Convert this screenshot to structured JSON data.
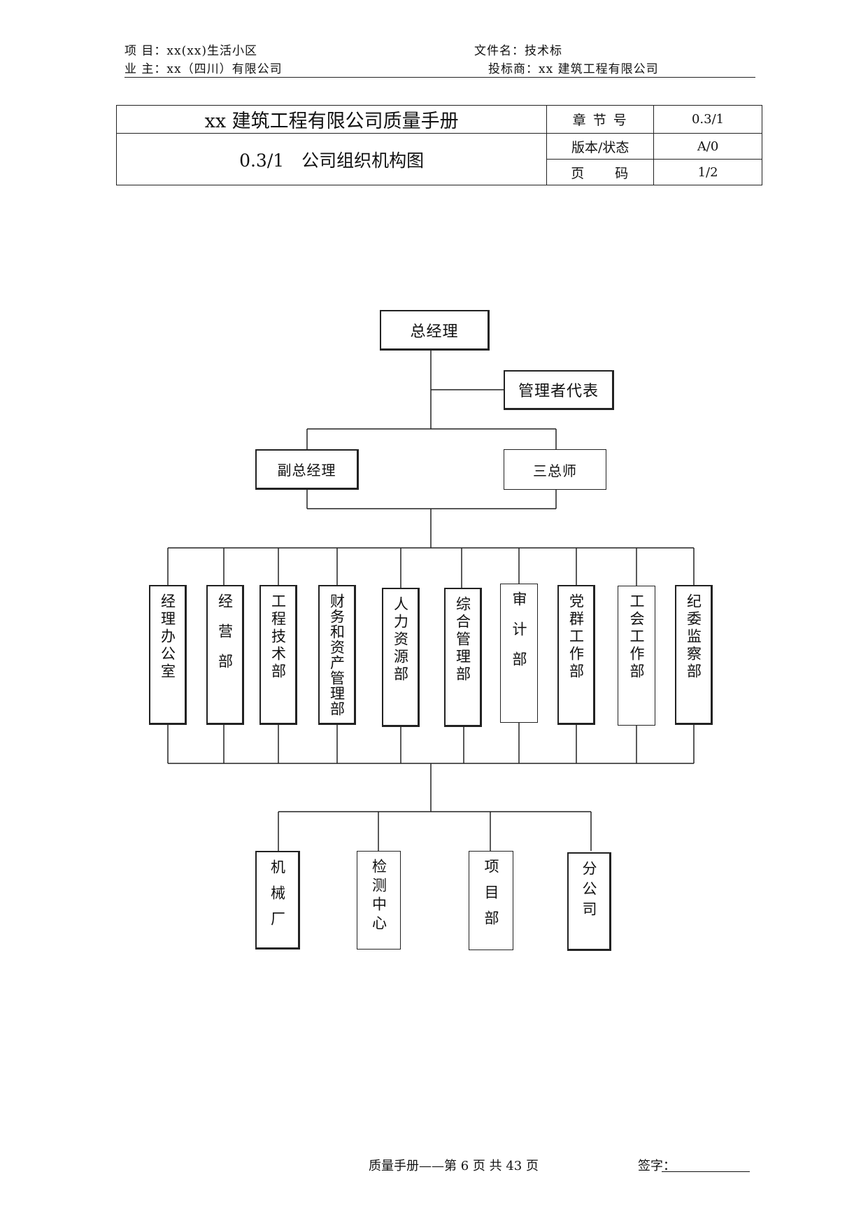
{
  "header": {
    "project_label": "项 目：",
    "project_value": "xx(xx)生活小区",
    "owner_label": "业 主：",
    "owner_value": "xx（四川）有限公司",
    "file_label": "文件名：",
    "file_value": "技术标",
    "bidder_label": "投标商：",
    "bidder_value": "xx 建筑工程有限公司"
  },
  "doc_table": {
    "title": "xx 建筑工程有限公司质量手册",
    "subtitle": "0.3/1　公司组织机构图",
    "chapter_label": "章  节  号",
    "chapter_value": "0.3/1",
    "version_label": "版本/状态",
    "version_value": "A/0",
    "page_label": "页　　码",
    "page_value": "1/2"
  },
  "org": {
    "top": "总经理",
    "management_rep": "管理者代表",
    "deputy": "副总经理",
    "chiefs": "三总师",
    "departments": [
      "经理办公室",
      "经营部",
      "工程技术部",
      "财务和资产管理部",
      "人力资源部",
      "综合管理部",
      "审计部",
      "党群工作部",
      "工会工作部",
      "纪委监察部"
    ],
    "units": [
      "机械厂",
      "检测中心",
      "项目部",
      "分公司"
    ]
  },
  "footer": {
    "text": "质量手册——第 6 页 共 43 页",
    "sign_label": "签字："
  }
}
